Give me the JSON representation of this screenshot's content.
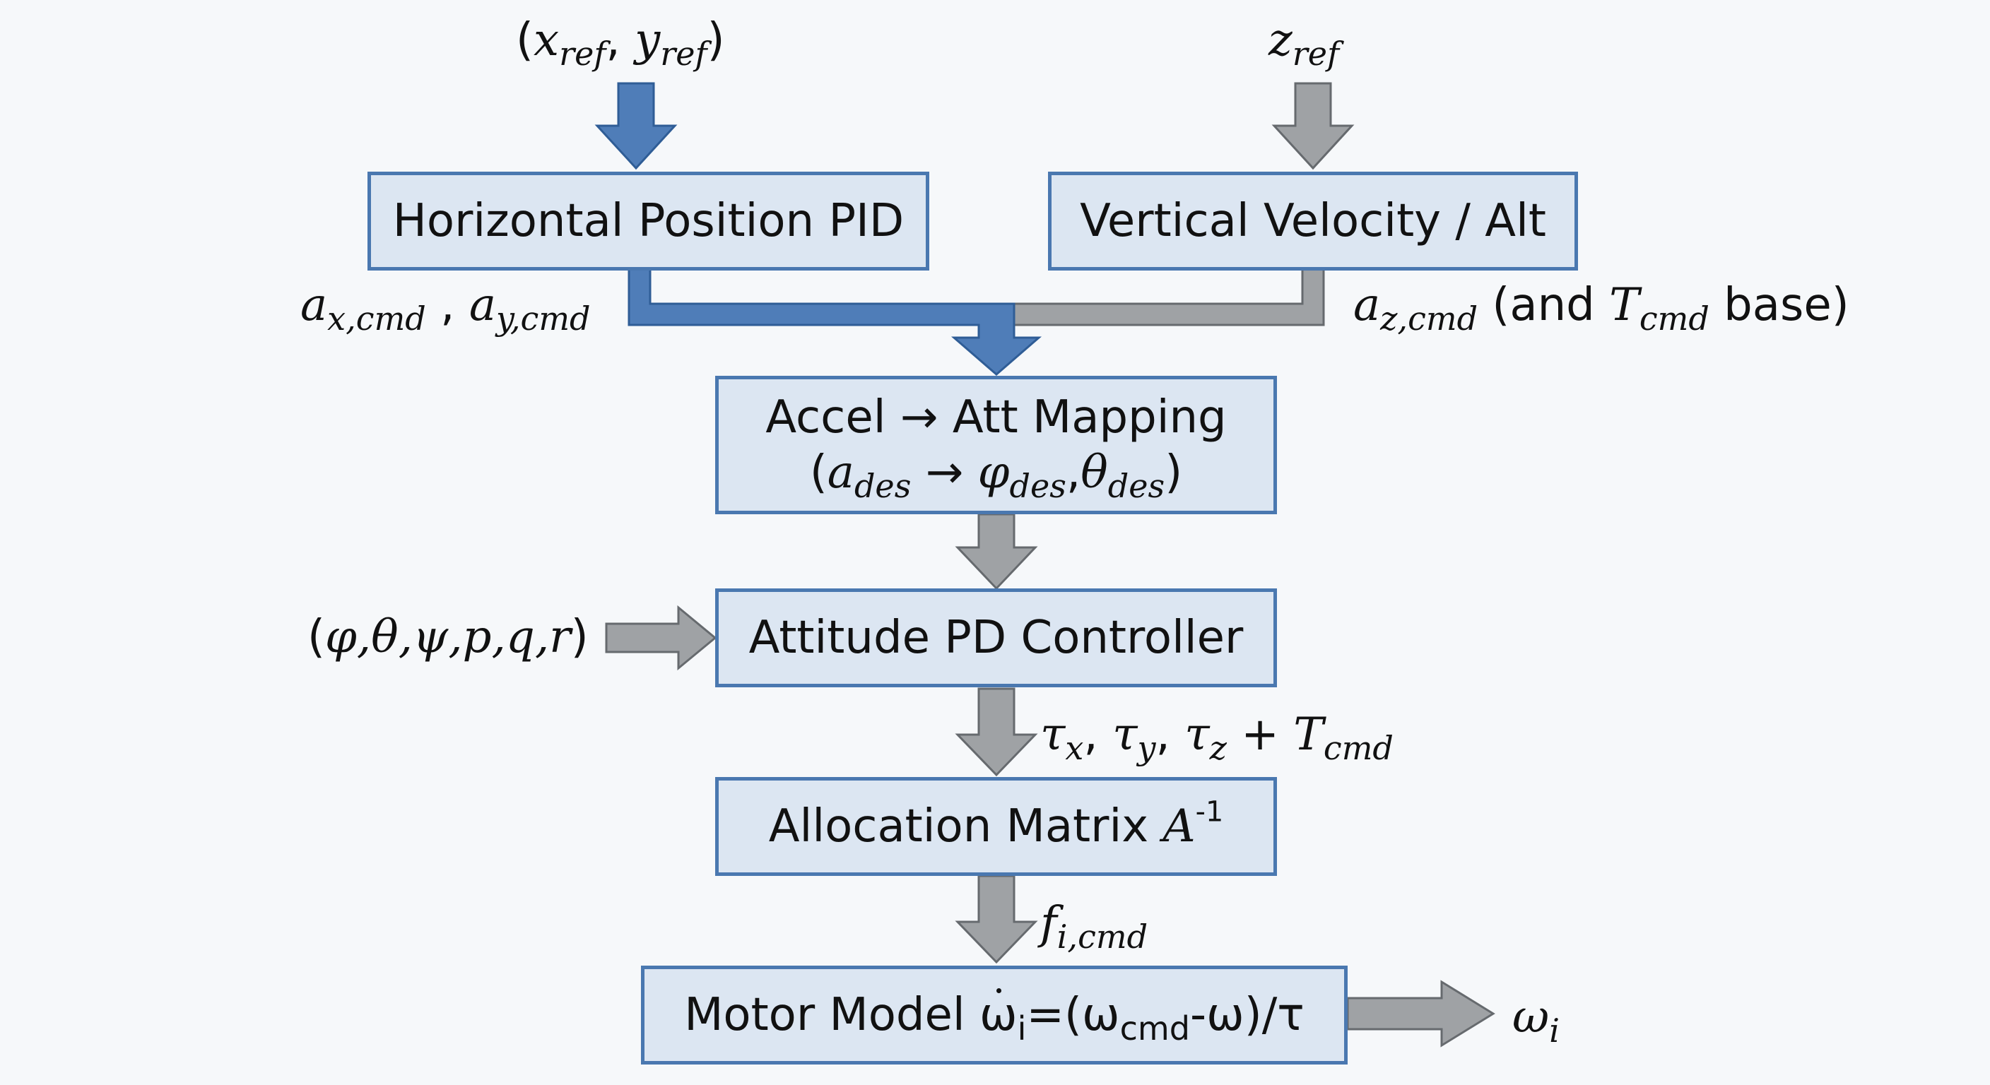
{
  "inputs": {
    "xy_ref": {
      "open": "(",
      "x": "x",
      "x_sub": "ref",
      "sep": ", ",
      "y": "y",
      "y_sub": "ref",
      "close": ")"
    },
    "z_ref": {
      "z": "z",
      "z_sub": "ref"
    },
    "attitude_state": {
      "open": "(",
      "vars": "φ,θ,ψ,p,q,r",
      "close": ")"
    }
  },
  "blocks": {
    "horizontal_pid": {
      "label": "Horizontal Position PID"
    },
    "vertical_velocity": {
      "label": "Vertical Velocity / Alt"
    },
    "accel_att": {
      "line1": "Accel → Att Mapping",
      "open": "(",
      "a": "a",
      "a_sub": "des",
      "arrow": " → ",
      "phi": "φ",
      "phi_sub": "des",
      "comma": ",",
      "theta": "θ",
      "theta_sub": "des",
      "close": ")"
    },
    "attitude_pd": {
      "label": "Attitude PD Controller"
    },
    "allocation": {
      "label": "Allocation Matrix ",
      "A": "A",
      "A_sup": "-1"
    },
    "motor_model": {
      "label": "Motor Model ",
      "omega_dot": "ω",
      "i_sub": "i",
      "eq": "=(",
      "omega": "ω",
      "cmd_sub": "cmd",
      "rest": "-ω)/τ"
    }
  },
  "signals": {
    "axy_cmd": {
      "a1": "a",
      "a1_sub": "x,cmd",
      "sep": " , ",
      "a2": "a",
      "a2_sub": "y,cmd"
    },
    "az_cmd": {
      "a": "a",
      "a_sub": "z,cmd",
      "mid": " (and ",
      "T": "T",
      "T_sub": "cmd",
      "end": " base)"
    },
    "torques": {
      "t1": "τ",
      "t1_sub": "x",
      "c1": ", ",
      "t2": "τ",
      "t2_sub": "y",
      "c2": ", ",
      "t3": "τ",
      "t3_sub": "z",
      "plus": " + ",
      "T": "T",
      "T_sub": "cmd"
    },
    "f_cmd": {
      "f": "f",
      "f_sub": "i,cmd"
    },
    "omega_out": {
      "w": "ω",
      "w_sub": "i"
    }
  },
  "colors": {
    "blue_path": "#4f7db8",
    "gray_path": "#9fa2a5",
    "box_fill": "#dce6f2",
    "box_border": "#4a78b0"
  }
}
